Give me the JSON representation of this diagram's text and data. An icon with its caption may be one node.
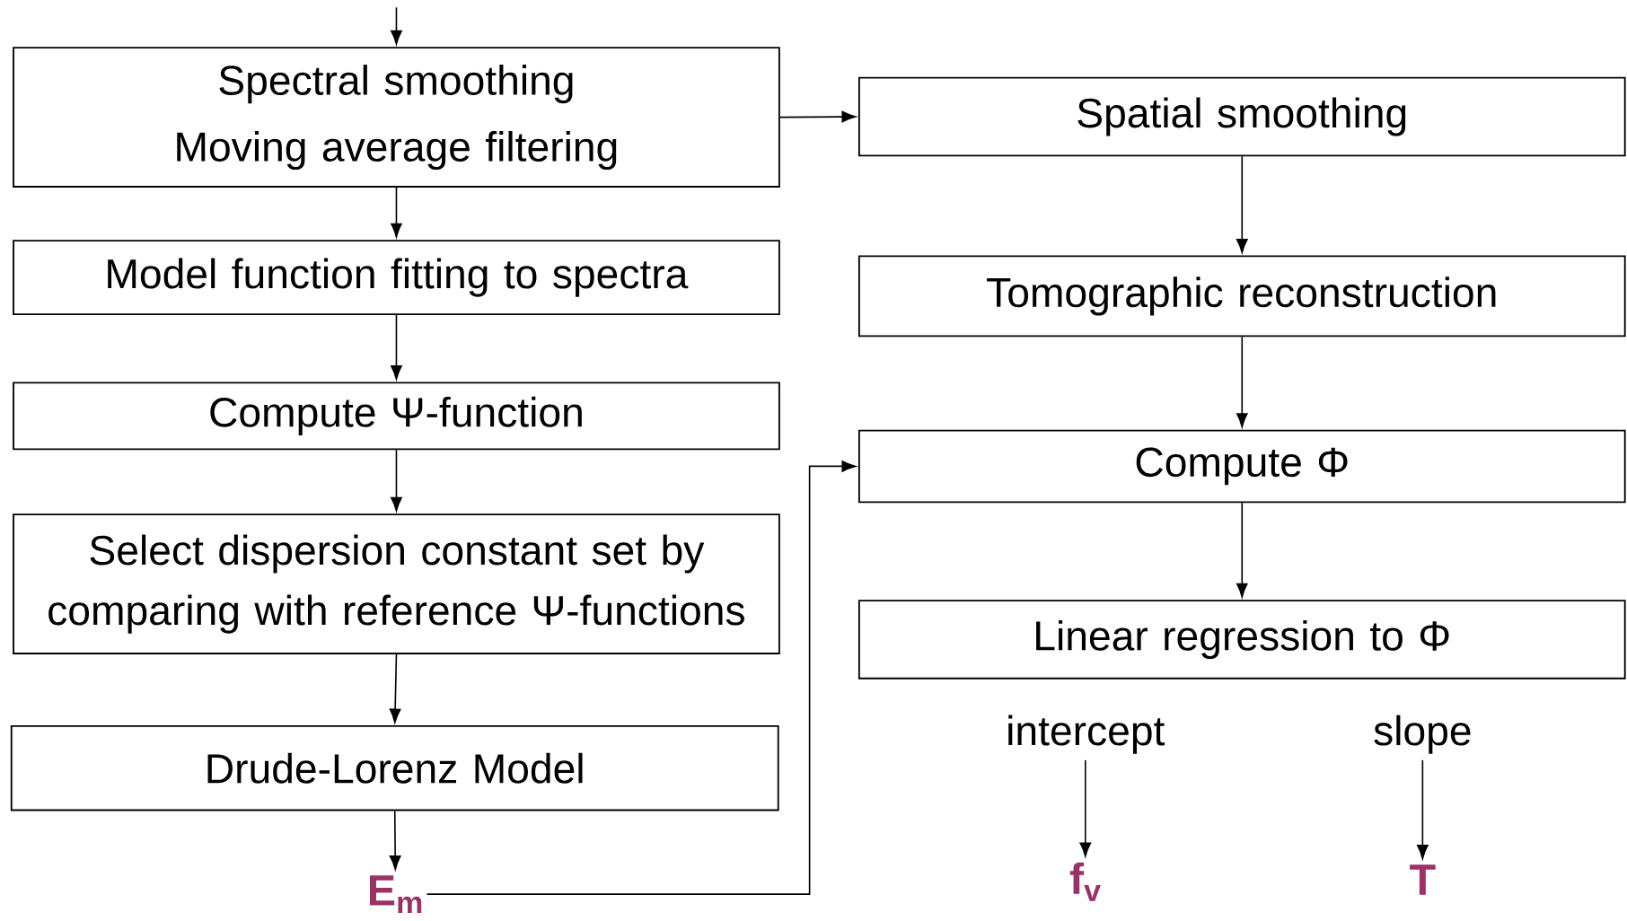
{
  "diagram": {
    "nodes": [
      {
        "text": [
          "Spectral smoothing",
          "Moving average filtering"
        ]
      },
      {
        "text": [
          "Model function fitting to spectra"
        ]
      },
      {
        "text": [
          "Compute Ψ-function"
        ]
      },
      {
        "text": [
          "Select dispersion constant set by comparing with reference Ψ-functions"
        ]
      },
      {
        "text": [
          "Drude-Lorenz Model"
        ]
      },
      {
        "text": [
          "E$_{m}$"
        ]
      },
      {
        "text": [
          "Spatial smoothing"
        ]
      },
      {
        "text": [
          "Tomographic reconstruction"
        ]
      },
      {
        "text": [
          "Compute Φ"
        ]
      },
      {
        "text": [
          "Linear regression to Φ"
        ]
      },
      {
        "text": [
          "intercept"
        ]
      },
      {
        "text": [
          "slope"
        ]
      },
      {
        "text": [
          "f$_{v}$"
        ]
      },
      {
        "text": [
          "T"
        ]
      }
    ],
    "edges": [
      {
        "from": null,
        "to": 0,
        "arrow": "to"
      },
      {
        "from": 0,
        "to": 1,
        "arrow": "to"
      },
      {
        "from": 1,
        "to": 2,
        "arrow": "to"
      },
      {
        "from": 2,
        "to": 3,
        "arrow": "to"
      },
      {
        "from": 3,
        "to": 4,
        "arrow": "to"
      },
      {
        "from": 4,
        "to": 5,
        "arrow": "to"
      },
      {
        "from": 0,
        "to": 6,
        "arrow": "to"
      },
      {
        "from": 6,
        "to": 7,
        "arrow": "to"
      },
      {
        "from": 7,
        "to": 8,
        "arrow": "to"
      },
      {
        "from": 8,
        "to": 9,
        "arrow": "to"
      },
      {
        "from": 5,
        "to": 8,
        "arrow": "to"
      },
      {
        "from": 10,
        "to": 12,
        "arrow": "to"
      },
      {
        "from": 11,
        "to": 13,
        "arrow": "to"
      }
    ]
  }
}
